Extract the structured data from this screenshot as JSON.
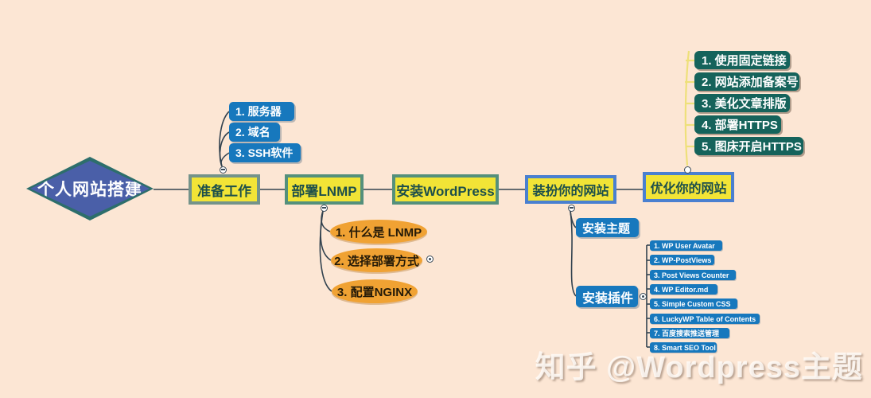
{
  "root": {
    "label": "个人网站搭建"
  },
  "main_nodes": {
    "prepare": "准备工作",
    "lnmp": "部署LNMP",
    "wordpress": "安装WordPress",
    "decorate": "装扮你的网站",
    "optimize": "优化你的网站"
  },
  "prepare_items": [
    "1. 服务器",
    "2. 域名",
    "3. SSH软件"
  ],
  "lnmp_items": [
    "1. 什么是 LNMP",
    "2. 选择部署方式",
    "3. 配置NGINX"
  ],
  "decorate_items": [
    "安装主题",
    "安装插件"
  ],
  "plugin_items": [
    "1. WP User Avatar",
    "2. WP-PostViews",
    "3. Post Views Counter",
    "4. WP Editor.md",
    "5. Simple Custom CSS",
    "6. LuckyWP Table of Contents",
    "7. 百度搜索推送管理",
    "8. Smart SEO Tool"
  ],
  "optimize_items": [
    "1. 使用固定链接",
    "2. 网站添加备案号",
    "3. 美化文章排版",
    "4. 部署HTTPS",
    "5. 图床开启HTTPS"
  ],
  "watermark": "知乎 @Wordpress主题",
  "colors": {
    "background": "#fce6d4",
    "node_fill": "#f2e436",
    "node_text": "#1d4f4b",
    "teal_border": "#54907c",
    "sage_border": "#74938a",
    "blue_border": "#4a80d0",
    "blue_box": "#1778bd",
    "teal_box": "#15635b",
    "orange_ellipse": "#f0a233",
    "diamond_fill": "#4a5fa8",
    "diamond_border": "#2d6e6b",
    "line": "#32424f",
    "yellow_line": "#eee07a"
  }
}
